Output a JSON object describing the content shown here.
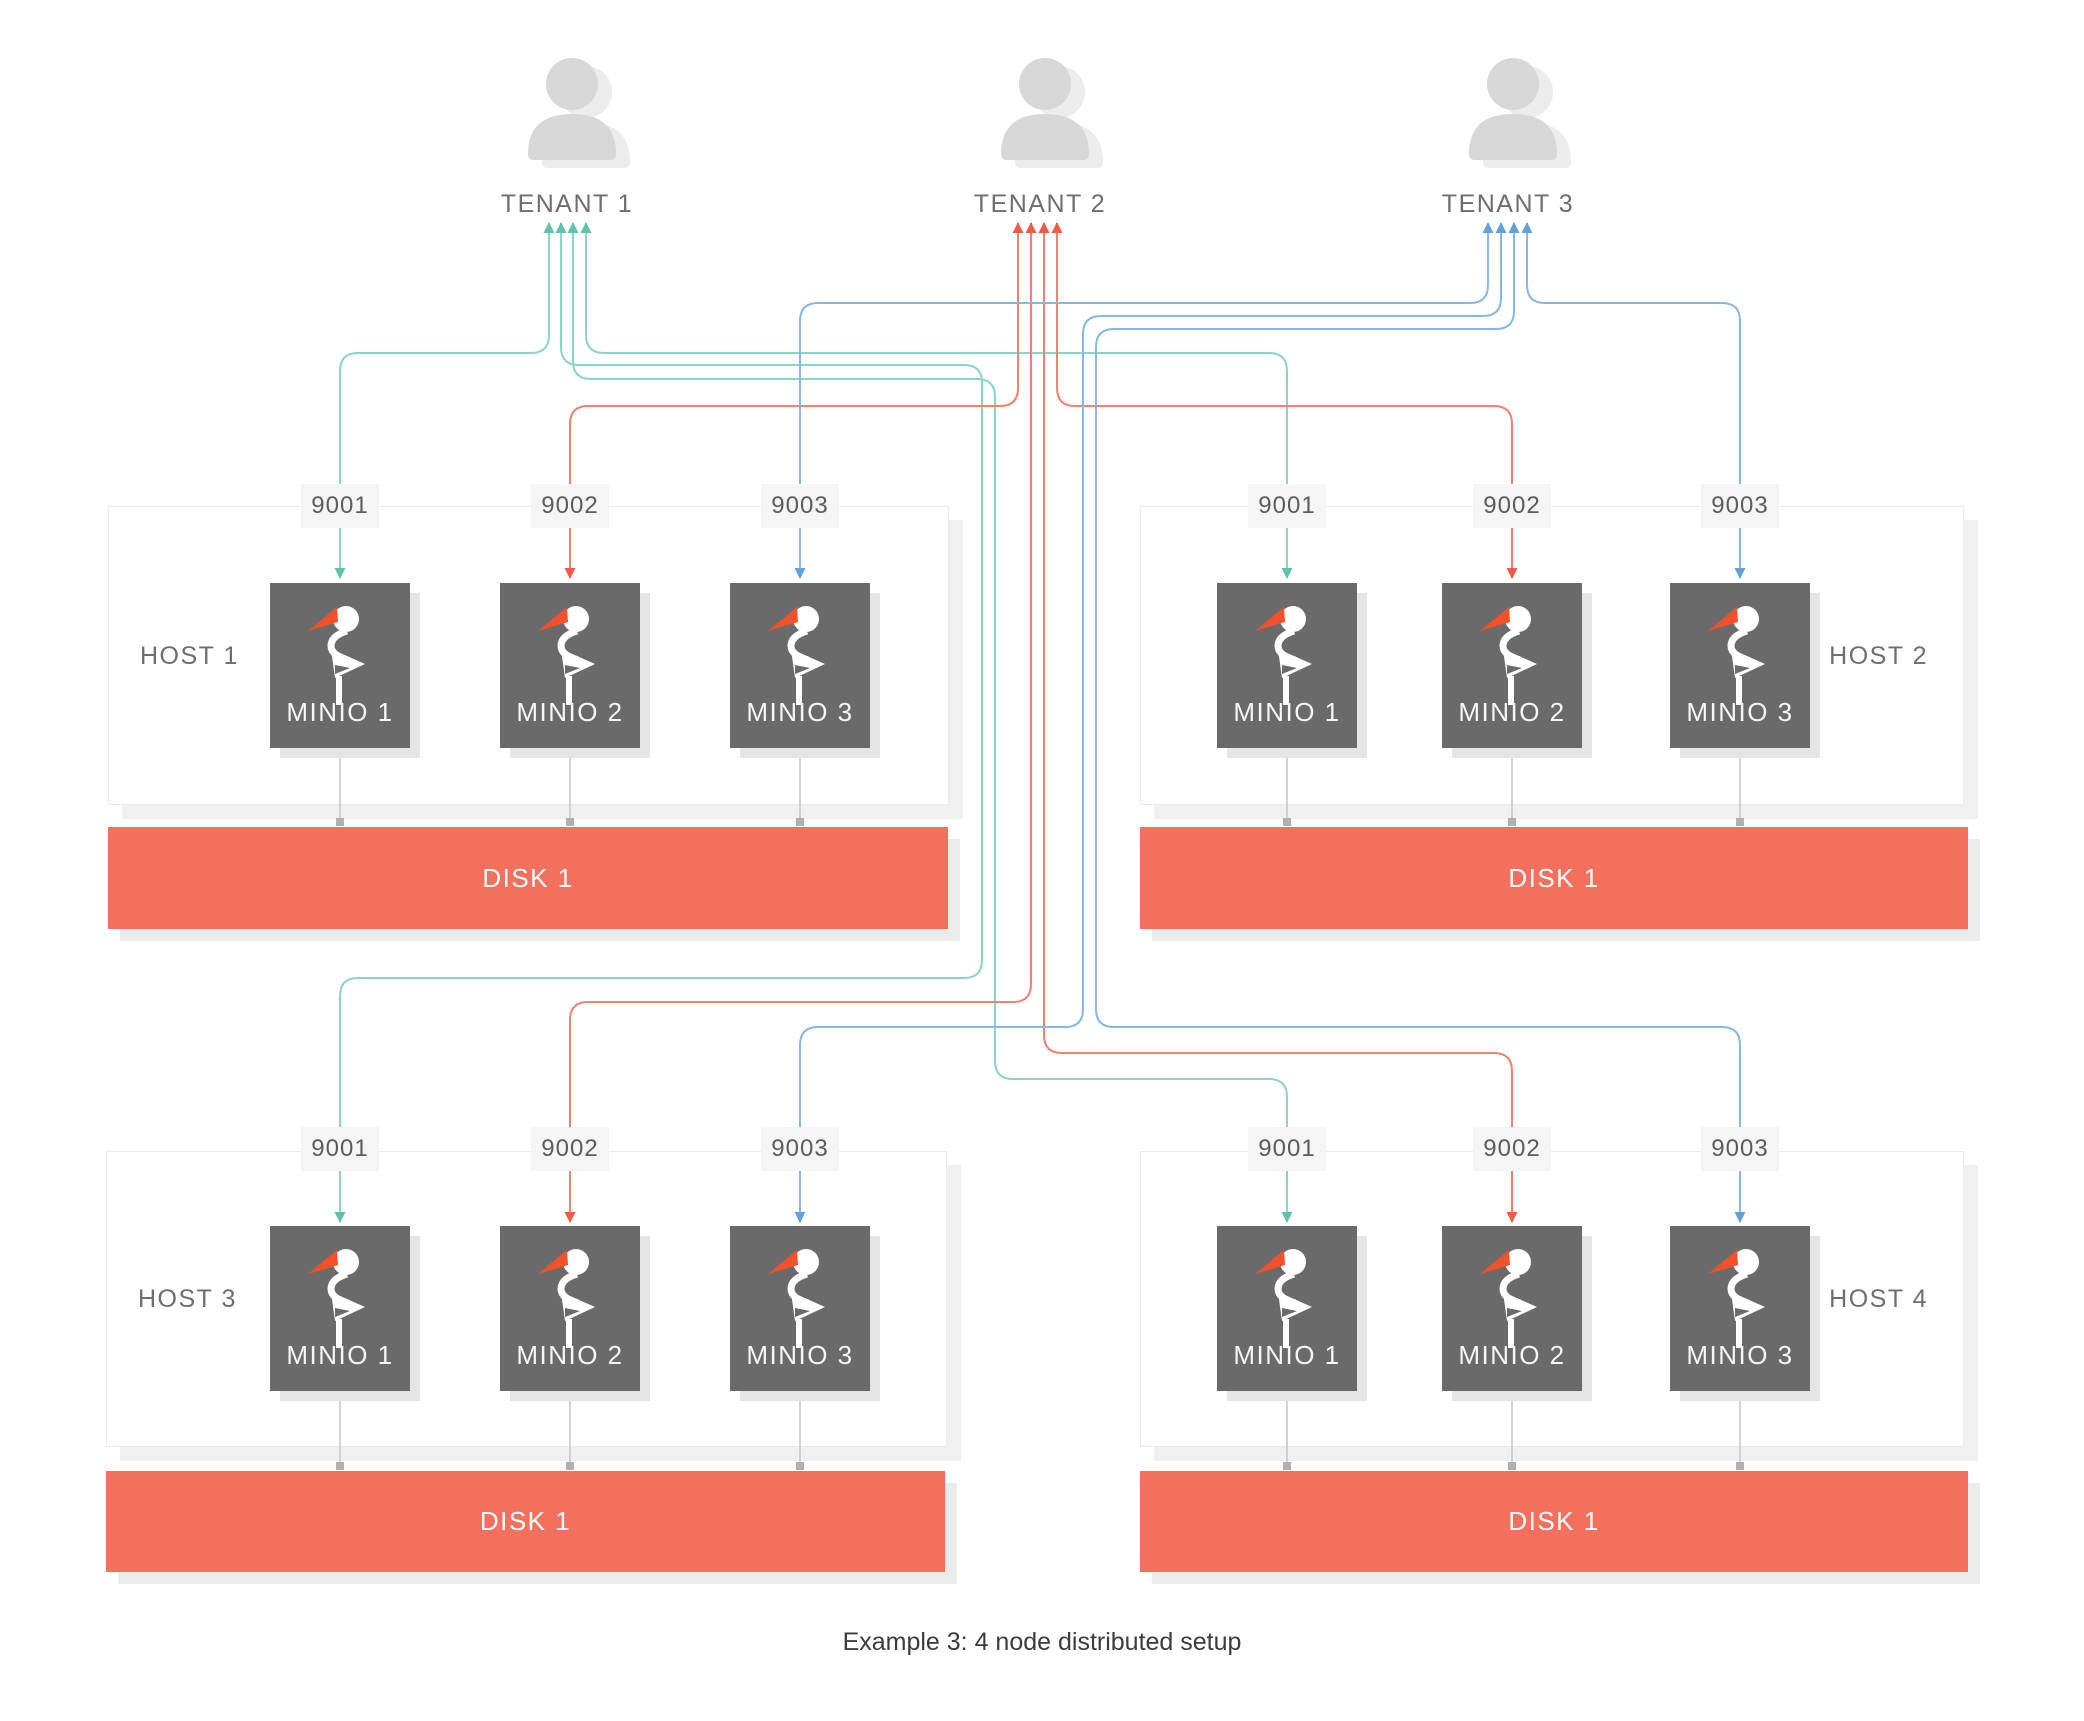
{
  "caption": "Example 3: 4 node distributed setup",
  "tenants": [
    {
      "label": "TENANT 1",
      "icon": "person-icon"
    },
    {
      "label": "TENANT 2",
      "icon": "person-icon"
    },
    {
      "label": "TENANT 3",
      "icon": "person-icon"
    }
  ],
  "hosts": [
    {
      "label": "HOST 1",
      "label_side": "left",
      "ports": [
        "9001",
        "9002",
        "9003"
      ],
      "nodes": [
        "MINIO 1",
        "MINIO 2",
        "MINIO 3"
      ],
      "node_icon": "stork-icon",
      "disk_label": "DISK 1"
    },
    {
      "label": "HOST 2",
      "label_side": "right",
      "ports": [
        "9001",
        "9002",
        "9003"
      ],
      "nodes": [
        "MINIO 1",
        "MINIO 2",
        "MINIO 3"
      ],
      "node_icon": "stork-icon",
      "disk_label": "DISK 1"
    },
    {
      "label": "HOST 3",
      "label_side": "left",
      "ports": [
        "9001",
        "9002",
        "9003"
      ],
      "nodes": [
        "MINIO 1",
        "MINIO 2",
        "MINIO 3"
      ],
      "node_icon": "stork-icon",
      "disk_label": "DISK 1"
    },
    {
      "label": "HOST 4",
      "label_side": "right",
      "ports": [
        "9001",
        "9002",
        "9003"
      ],
      "nodes": [
        "MINIO 1",
        "MINIO 2",
        "MINIO 3"
      ],
      "node_icon": "stork-icon",
      "disk_label": "DISK 1"
    }
  ],
  "connections": [
    {
      "tenant": "TENANT 1",
      "host": "HOST 1",
      "port": "9001"
    },
    {
      "tenant": "TENANT 1",
      "host": "HOST 2",
      "port": "9001"
    },
    {
      "tenant": "TENANT 1",
      "host": "HOST 3",
      "port": "9001"
    },
    {
      "tenant": "TENANT 1",
      "host": "HOST 4",
      "port": "9001"
    },
    {
      "tenant": "TENANT 2",
      "host": "HOST 1",
      "port": "9002"
    },
    {
      "tenant": "TENANT 2",
      "host": "HOST 2",
      "port": "9002"
    },
    {
      "tenant": "TENANT 2",
      "host": "HOST 3",
      "port": "9002"
    },
    {
      "tenant": "TENANT 2",
      "host": "HOST 4",
      "port": "9002"
    },
    {
      "tenant": "TENANT 3",
      "host": "HOST 1",
      "port": "9003"
    },
    {
      "tenant": "TENANT 3",
      "host": "HOST 2",
      "port": "9003"
    },
    {
      "tenant": "TENANT 3",
      "host": "HOST 3",
      "port": "9003"
    },
    {
      "tenant": "TENANT 3",
      "host": "HOST 4",
      "port": "9003"
    }
  ],
  "colors": {
    "tenant_lines": [
      "#8bd5c3",
      "#f28170",
      "#86b7e6"
    ],
    "tenant_arrows": [
      "#5ec3a8",
      "#ef5b45",
      "#62a0dc"
    ],
    "disk": "#f3705e",
    "minio_box": "#6a6a6a",
    "stork_beak": "#f2512b",
    "stork_body": "#ffffff",
    "person": "#d7d7d7",
    "person_shadow": "#ececec",
    "connector_gray": "#c4c4c4"
  }
}
